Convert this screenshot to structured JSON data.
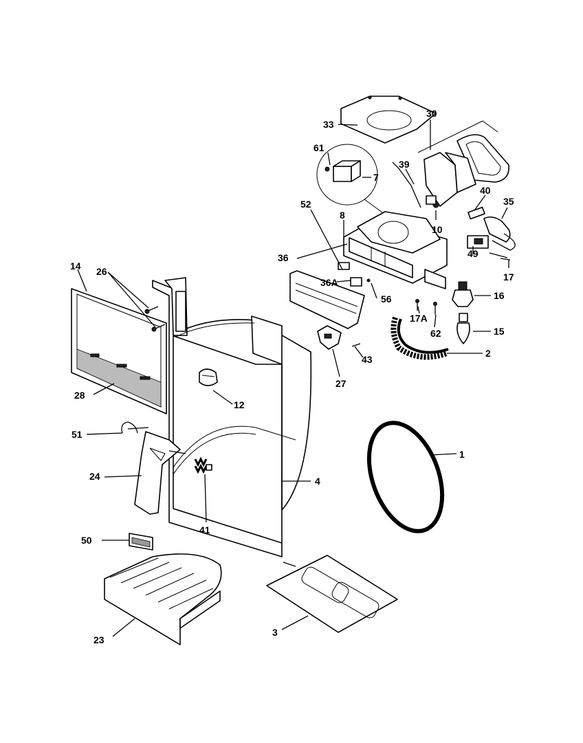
{
  "callouts": {
    "c1": "1",
    "c2": "2",
    "c3": "3",
    "c4": "4",
    "c7": "7",
    "c8": "8",
    "c10": "10",
    "c12": "12",
    "c14": "14",
    "c15": "15",
    "c16": "16",
    "c17": "17",
    "c17a": "17A",
    "c23": "23",
    "c24": "24",
    "c26": "26",
    "c27": "27",
    "c28": "28",
    "c30": "30",
    "c33": "33",
    "c35": "35",
    "c36": "36",
    "c36a": "36A",
    "c39": "39",
    "c40": "40",
    "c41": "41",
    "c43": "43",
    "c49": "49",
    "c50": "50",
    "c51": "51",
    "c52": "52",
    "c56": "56",
    "c61": "61",
    "c62": "62"
  }
}
